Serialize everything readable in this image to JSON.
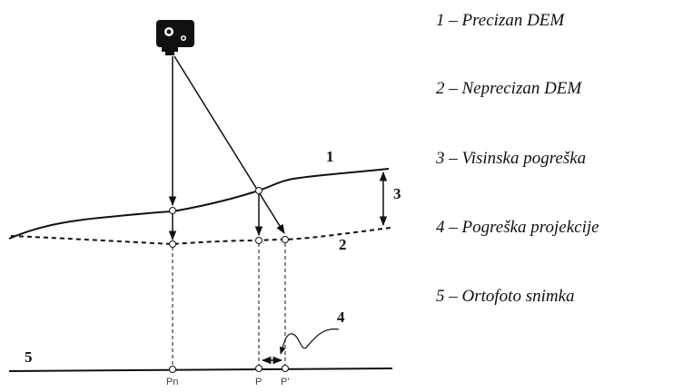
{
  "diagram": {
    "labels": {
      "n1": "1",
      "n2": "2",
      "n3": "3",
      "n4": "4",
      "n5": "5"
    },
    "points": {
      "pn": "Pn",
      "p": "P",
      "p_prime": "P'"
    }
  },
  "legend": {
    "items": [
      "1 – Precizan DEM",
      "2 – Neprecizan DEM",
      "3 – Visinska pogreška",
      "4 – Pogreška projekcije",
      "5 – Ortofoto snimka"
    ]
  }
}
